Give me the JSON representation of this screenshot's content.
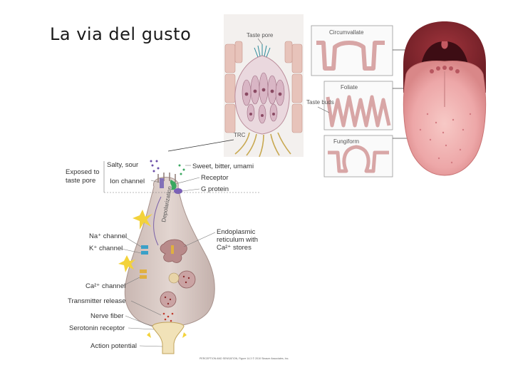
{
  "title": "La via del gusto",
  "taste_bud": {
    "taste_pore": "Taste pore",
    "trc": "TRC"
  },
  "papillae": {
    "circumvallate": "Circumvallate",
    "foliate": "Foliate",
    "taste_buds": "Taste buds",
    "fungiform": "Fungiform"
  },
  "receptor_cell": {
    "salty_sour": "Salty, sour",
    "sweet_bitter_umami": "Sweet, bitter, umami",
    "exposed_to": "Exposed to",
    "taste_pore": "taste pore",
    "receptor": "Receptor",
    "ion_channel": "Ion channel",
    "g_protein": "G protein",
    "depolarization": "Depolarization",
    "er_line1": "Endoplasmic",
    "er_line2": "reticulum with",
    "er_line3": "Ca²⁺ stores",
    "na_channel": "Na⁺ channel",
    "k_channel": "K⁺ channel",
    "ca_channel": "Ca²⁺ channel",
    "transmitter_release": "Transmitter release",
    "nerve_fiber": "Nerve fiber",
    "serotonin_receptor": "Serotonin receptor",
    "action_potential": "Action potential"
  },
  "credit": "PERCEPTION AND SENSATION, Figure 14.3 © 2010 Sinauer Associates, Inc."
}
